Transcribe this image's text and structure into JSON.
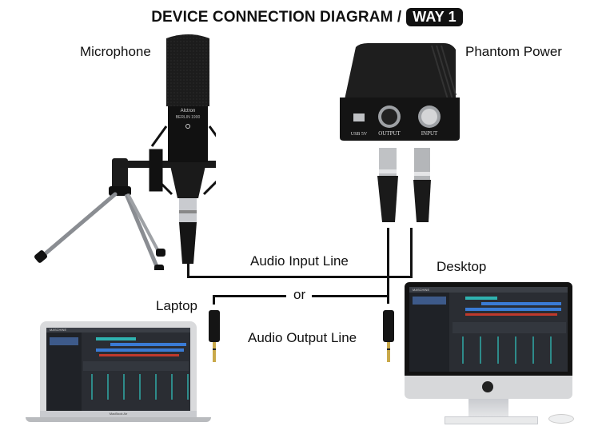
{
  "header": {
    "title": "DEVICE CONNECTION DIAGRAM /",
    "badge": "WAY 1"
  },
  "labels": {
    "microphone": "Microphone",
    "phantom_power": "Phantom Power",
    "audio_input_line": "Audio Input Line",
    "desktop": "Desktop",
    "laptop": "Laptop",
    "or": "or",
    "audio_output_line": "Audio Output Line"
  },
  "devices": {
    "mic_brand": "Alctron",
    "mic_model": "BERLIN 1900",
    "phantom_ports": [
      "USB 5V",
      "OUTPUT",
      "INPUT"
    ],
    "daw_app": "MASCHINE",
    "laptop_model": "MacBook Air"
  },
  "colors": {
    "line": "#111111",
    "device_body": "#1a1a1a",
    "screen_bg": "#2a2d33",
    "clip_blue": "#3a7bd5",
    "clip_teal": "#2fb3b0",
    "clip_red": "#c0392b",
    "silver": "#c9cbcf"
  }
}
